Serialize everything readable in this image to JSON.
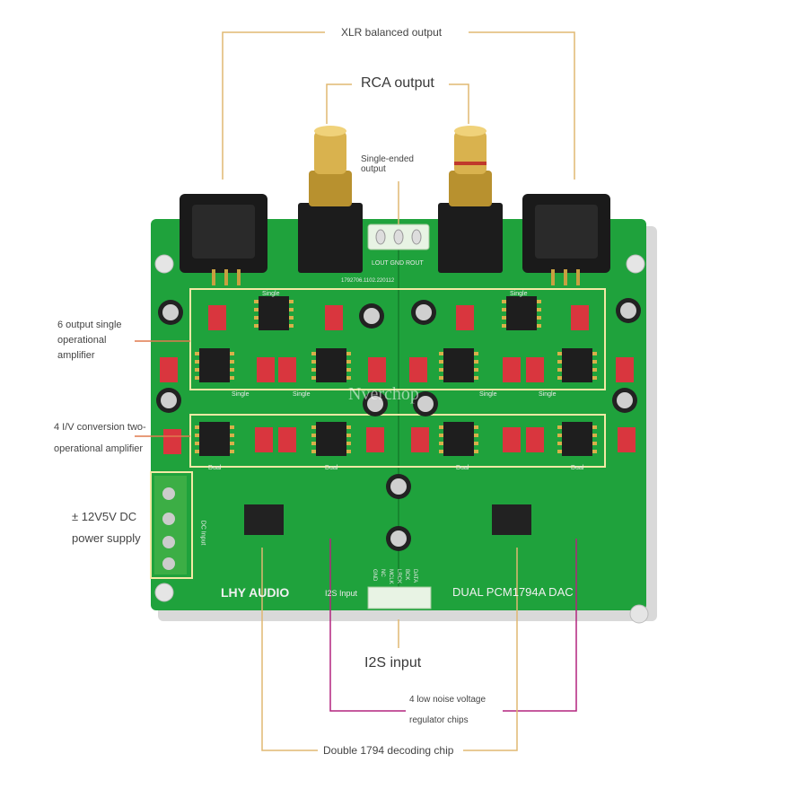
{
  "callouts": {
    "xlr": "XLR balanced output",
    "rca": "RCA output",
    "single_ended_line1": "Single-ended",
    "single_ended_line2": "output",
    "opamp_single_line1": "6 output single",
    "opamp_single_line2": "operational",
    "opamp_single_line3": "amplifier",
    "iv_line1": "4 I/V conversion two-",
    "iv_line2": "operational amplifier",
    "power_line1": "± 12V5V DC",
    "power_line2": "power supply",
    "i2s": "I2S input",
    "regulators_line1": "4 low noise voltage",
    "regulators_line2": "regulator chips",
    "decoder": "Double 1794 decoding chip"
  },
  "board": {
    "brand": "LHY AUDIO",
    "model": "DUAL PCM1794A DAC",
    "i2s_silk": "I2S Input",
    "rca_pins": "LOUT GND ROUT",
    "dc_silk": "DC Input",
    "watermark": "Nverchop",
    "single": "Single",
    "dual": "Dual",
    "serial": "1792706.1102.220112",
    "i2s_pins": [
      "GND",
      "NC",
      "MCLK",
      "LRCK",
      "BCK",
      "DATA"
    ]
  },
  "colors": {
    "pcb": "#1fa23c",
    "pcb_dark": "#17862f",
    "gold_line": "#e0b872",
    "magenta_line": "#b3247f",
    "orange_line": "#e07a4f",
    "highlight_box": "#f3e9a5"
  }
}
